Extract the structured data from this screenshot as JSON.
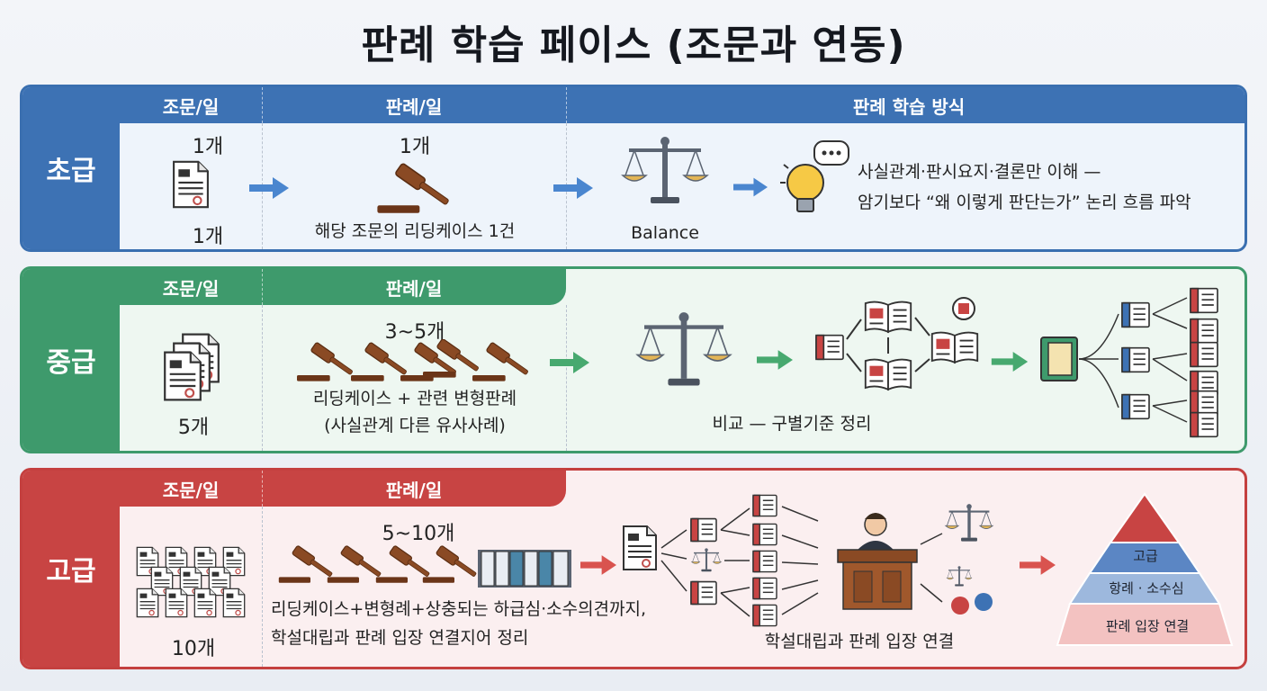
{
  "title": "판례 학습 페이스 (조문과 연동)",
  "headers": {
    "article": "조문/일",
    "case": "판례/일",
    "method": "판례 학습 방식"
  },
  "beginner": {
    "level": "초급",
    "article_count_top": "1개",
    "article_count_bottom": "1개",
    "case_count": "1개",
    "case_desc": "해당 조문의 리딩케이스 1건",
    "balance_label": "Balance",
    "method_line1": "사실관계·판시요지·결론만 이해 —",
    "method_line2": "암기보다 “왜 이렇게 판단는가” 논리 흐름 파악"
  },
  "intermediate": {
    "level": "중급",
    "article_count": "5개",
    "case_count": "3~5개",
    "case_desc_line1": "리딩케이스 + 관련 변형판례",
    "case_desc_line2": "(사실관계 다른 유사사례)",
    "method_caption": "비교 — 구별기준 정리"
  },
  "advanced": {
    "level": "고급",
    "article_count": "10개",
    "case_count": "5~10개",
    "case_desc_line1": "리딩케이스+변형례+상충되는 하급심·소수의견까지,",
    "case_desc_line2": "학설대립과 판례 입장 연결지어 정리",
    "method_caption": "학설대립과 판례 입장 연결",
    "pyramid_top": "고급",
    "pyramid_mid": "항례 · 소수심",
    "pyramid_bottom": "판례 입장 연결"
  },
  "colors": {
    "blue": "#3d72b4",
    "green": "#3e9a6c",
    "red": "#c84443",
    "gavel": "#8a4a24",
    "arrow_blue": "#4a86cf",
    "arrow_green": "#47a96f",
    "arrow_red": "#d9534f"
  }
}
